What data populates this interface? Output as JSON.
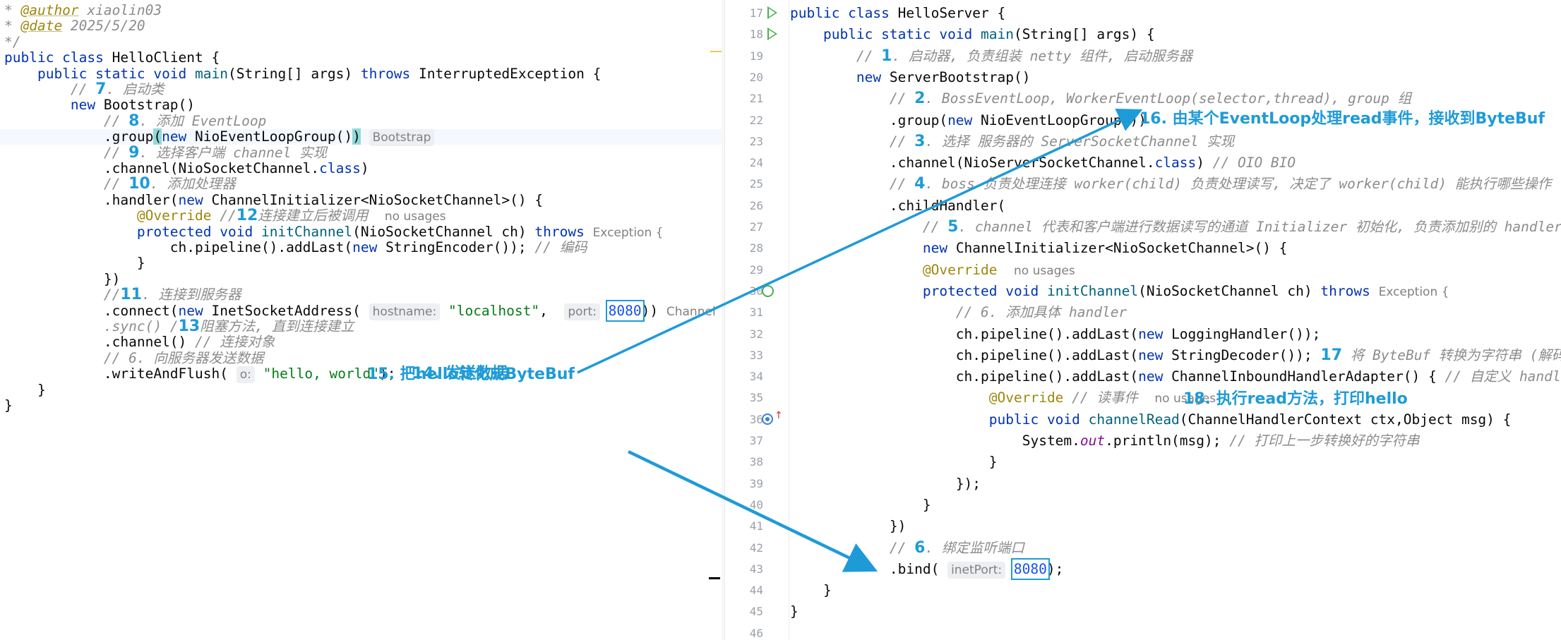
{
  "left_editor": {
    "lines": [
      [
        {
          "t": "* ",
          "c": "cm"
        },
        {
          "t": "@author",
          "c": "doctag"
        },
        {
          "t": " xiaolin03",
          "c": "cm"
        }
      ],
      [
        {
          "t": "* ",
          "c": "cm"
        },
        {
          "t": "@date",
          "c": "doctag"
        },
        {
          "t": " 2025/5/20",
          "c": "cm"
        }
      ],
      [
        {
          "t": "*/",
          "c": "cm"
        }
      ],
      [
        {
          "t": "public class ",
          "c": "kw"
        },
        {
          "t": "HelloClient {",
          "c": "cls"
        }
      ],
      [
        {
          "t": "    "
        },
        {
          "t": "public static void ",
          "c": "kw"
        },
        {
          "t": "main",
          "c": "mth"
        },
        {
          "t": "(String[] args) "
        },
        {
          "t": "throws ",
          "c": "kw"
        },
        {
          "t": "InterruptedException {"
        }
      ],
      [
        {
          "t": "        // ",
          "c": "cm"
        },
        {
          "t": "7",
          "c": "overlay-num"
        },
        {
          "t": ". 启动类",
          "c": "cm"
        }
      ],
      [
        {
          "t": "        "
        },
        {
          "t": "new ",
          "c": "kw"
        },
        {
          "t": "Bootstrap()"
        }
      ],
      [
        {
          "t": "            // ",
          "c": "cm"
        },
        {
          "t": "8",
          "c": "overlay-num"
        },
        {
          "t": ". 添加 EventLoop",
          "c": "cm"
        }
      ],
      [
        {
          "t": "            .group"
        },
        {
          "t": "(",
          "c": "paren-hl"
        },
        {
          "t": "new ",
          "c": "kw"
        },
        {
          "t": "NioEventLoopGroup()"
        },
        {
          "t": ")",
          "c": "paren-hl"
        },
        {
          "t": " "
        },
        {
          "t": "Bootstrap",
          "c": "hint"
        }
      ],
      [
        {
          "t": "            // ",
          "c": "cm"
        },
        {
          "t": "9",
          "c": "overlay-num"
        },
        {
          "t": ". 选择客户端 channel 实现",
          "c": "cm"
        }
      ],
      [
        {
          "t": "            .channel(NioSocketChannel."
        },
        {
          "t": "class",
          "c": "kw"
        },
        {
          "t": ")"
        }
      ],
      [
        {
          "t": "            // ",
          "c": "cm"
        },
        {
          "t": "10",
          "c": "overlay-num"
        },
        {
          "t": ". 添加处理器",
          "c": "cm"
        }
      ],
      [
        {
          "t": "            .handler("
        },
        {
          "t": "new ",
          "c": "kw"
        },
        {
          "t": "ChannelInitializer<NioSocketChannel>() {"
        }
      ],
      [
        {
          "t": "                "
        },
        {
          "t": "@Override",
          "c": "ann"
        },
        {
          "t": " //",
          "c": "cm"
        },
        {
          "t": "12",
          "c": "overlay-num"
        },
        {
          "t": "连接建立后被调用",
          "c": "cm"
        },
        {
          "t": "  "
        },
        {
          "t": "no usages",
          "c": "usage"
        }
      ],
      [
        {
          "t": "                "
        },
        {
          "t": "protected void ",
          "c": "kw"
        },
        {
          "t": "initChannel",
          "c": "mth"
        },
        {
          "t": "(NioSocketChannel ch) "
        },
        {
          "t": "throws ",
          "c": "kw"
        },
        {
          "t": "Exception {",
          "c": "usage"
        }
      ],
      [
        {
          "t": "                    ch.pipeline().addLast("
        },
        {
          "t": "new ",
          "c": "kw"
        },
        {
          "t": "StringEncoder()); "
        },
        {
          "t": "// 编码",
          "c": "cm"
        }
      ],
      [
        {
          "t": "                }"
        }
      ],
      [
        {
          "t": "            })"
        }
      ],
      [
        {
          "t": "            //",
          "c": "cm"
        },
        {
          "t": "11",
          "c": "overlay-num"
        },
        {
          "t": ". 连接到服务器",
          "c": "cm"
        }
      ],
      [
        {
          "t": "            .connect("
        },
        {
          "t": "new ",
          "c": "kw"
        },
        {
          "t": "InetSocketAddress( "
        },
        {
          "t": "hostname:",
          "c": "hint"
        },
        {
          "t": " "
        },
        {
          "t": "\"localhost\"",
          "c": "str"
        },
        {
          "t": ",  "
        },
        {
          "t": "port:",
          "c": "hint"
        },
        {
          "t": " "
        },
        {
          "t": "8080",
          "c": "num box-hl"
        },
        {
          "t": ")) "
        },
        {
          "t": "Channel",
          "c": "usage"
        }
      ],
      [
        {
          "t": "            .sync() /",
          "c": "cm"
        },
        {
          "t": "13",
          "c": "overlay-num"
        },
        {
          "t": "阻塞方法, 直到连接建立",
          "c": "cm"
        }
      ],
      [
        {
          "t": "            .channel() "
        },
        {
          "t": "// 连接对象",
          "c": "cm"
        }
      ],
      [
        {
          "t": "            "
        },
        {
          "t": "// 6. 向服务器发送数据",
          "c": "cm"
        }
      ],
      [
        {
          "t": "            .writeAndFlush( "
        },
        {
          "t": "o:",
          "c": "hint"
        },
        {
          "t": " "
        },
        {
          "t": "\"hello, world\"",
          "c": "str"
        },
        {
          "t": ");  "
        },
        {
          "t": "14. 发送数据",
          "c": "overlay-num"
        }
      ],
      [
        {
          "t": "    }"
        }
      ],
      [
        {
          "t": "}"
        }
      ]
    ]
  },
  "right_editor": {
    "line_numbers": [
      "17",
      "18",
      "19",
      "20",
      "21",
      "22",
      "23",
      "24",
      "25",
      "26",
      "27",
      "28",
      "29",
      "30",
      "31",
      "32",
      "33",
      "34",
      "35",
      "36",
      "37",
      "38",
      "39",
      "40",
      "41",
      "42",
      "43",
      "44",
      "45",
      "46"
    ],
    "lines": [
      [
        {
          "t": "public class ",
          "c": "kw"
        },
        {
          "t": "HelloServer {"
        }
      ],
      [
        {
          "t": "    "
        },
        {
          "t": "public static void ",
          "c": "kw"
        },
        {
          "t": "main",
          "c": "mth"
        },
        {
          "t": "(String[] args) {"
        }
      ],
      [
        {
          "t": "        // ",
          "c": "cm"
        },
        {
          "t": "1",
          "c": "overlay-num"
        },
        {
          "t": ". 启动器, 负责组装 netty 组件, 启动服务器",
          "c": "cm"
        }
      ],
      [
        {
          "t": "        "
        },
        {
          "t": "new ",
          "c": "kw"
        },
        {
          "t": "ServerBootstrap()"
        }
      ],
      [
        {
          "t": "            // ",
          "c": "cm"
        },
        {
          "t": "2",
          "c": "overlay-num"
        },
        {
          "t": ". BossEventLoop, WorkerEventLoop(selector,thread), group 组",
          "c": "cm"
        }
      ],
      [
        {
          "t": "            .group("
        },
        {
          "t": "new ",
          "c": "kw"
        },
        {
          "t": "NioEventLoopGroup())"
        }
      ],
      [
        {
          "t": "            // ",
          "c": "cm"
        },
        {
          "t": "3",
          "c": "overlay-num"
        },
        {
          "t": ". 选择 服务器的 ServerSocketChannel 实现",
          "c": "cm"
        }
      ],
      [
        {
          "t": "            .channel(NioServerSocketChannel."
        },
        {
          "t": "class",
          "c": "kw"
        },
        {
          "t": ") "
        },
        {
          "t": "// OIO BIO",
          "c": "cm"
        }
      ],
      [
        {
          "t": "            // ",
          "c": "cm"
        },
        {
          "t": "4",
          "c": "overlay-num"
        },
        {
          "t": ". boss 负责处理连接 worker(child) 负责处理读写, 决定了 worker(child) 能执行哪些操作 (handler)",
          "c": "cm"
        }
      ],
      [
        {
          "t": "            .childHandler("
        }
      ],
      [
        {
          "t": "                // ",
          "c": "cm"
        },
        {
          "t": "5",
          "c": "overlay-num"
        },
        {
          "t": ". channel 代表和客户端进行数据读写的通道 Initializer 初始化, 负责添加别的 handler",
          "c": "cm"
        }
      ],
      [
        {
          "t": "                "
        },
        {
          "t": "new ",
          "c": "kw"
        },
        {
          "t": "ChannelInitializer<NioSocketChannel>() {"
        }
      ],
      [
        {
          "t": "                "
        },
        {
          "t": "@Override",
          "c": "ann"
        },
        {
          "t": "  "
        },
        {
          "t": "no usages",
          "c": "usage"
        }
      ],
      [
        {
          "t": "                "
        },
        {
          "t": "protected void ",
          "c": "kw"
        },
        {
          "t": "initChannel",
          "c": "mth"
        },
        {
          "t": "(NioSocketChannel ch) "
        },
        {
          "t": "throws ",
          "c": "kw"
        },
        {
          "t": "Exception {",
          "c": "usage"
        }
      ],
      [
        {
          "t": "                    "
        },
        {
          "t": "// 6. 添加具体 handler",
          "c": "cm"
        }
      ],
      [
        {
          "t": "                    ch.pipeline().addLast("
        },
        {
          "t": "new ",
          "c": "kw"
        },
        {
          "t": "LoggingHandler());"
        }
      ],
      [
        {
          "t": "                    ch.pipeline().addLast("
        },
        {
          "t": "new ",
          "c": "kw"
        },
        {
          "t": "StringDecoder()); "
        },
        {
          "t": "17",
          "c": "overlay-num"
        },
        {
          "t": " 将 ByteBuf 转换为字符串 (解码)",
          "c": "cm"
        }
      ],
      [
        {
          "t": "                    ch.pipeline().addLast("
        },
        {
          "t": "new ",
          "c": "kw"
        },
        {
          "t": "ChannelInboundHandlerAdapter() { "
        },
        {
          "t": "// 自定义 handler",
          "c": "cm"
        }
      ],
      [
        {
          "t": "                        "
        },
        {
          "t": "@Override",
          "c": "ann"
        },
        {
          "t": " // 读事件",
          "c": "cm"
        },
        {
          "t": "  "
        },
        {
          "t": "no usages",
          "c": "usage"
        }
      ],
      [
        {
          "t": "                        "
        },
        {
          "t": "public void ",
          "c": "kw"
        },
        {
          "t": "channelRead",
          "c": "mth"
        },
        {
          "t": "(ChannelHandlerContext ctx,Object msg) {"
        }
      ],
      [
        {
          "t": "                            System."
        },
        {
          "t": "out",
          "c": "fld"
        },
        {
          "t": ".println(msg); "
        },
        {
          "t": "// 打印上一步转换好的字符串",
          "c": "cm"
        }
      ],
      [
        {
          "t": "                        }"
        }
      ],
      [
        {
          "t": "                    });"
        }
      ],
      [
        {
          "t": "                }"
        }
      ],
      [
        {
          "t": "            })"
        }
      ],
      [
        {
          "t": "            // ",
          "c": "cm"
        },
        {
          "t": "6",
          "c": "overlay-num"
        },
        {
          "t": ". 绑定监听端口",
          "c": "cm"
        }
      ],
      [
        {
          "t": "            .bind( "
        },
        {
          "t": "inetPort:",
          "c": "hint"
        },
        {
          "t": " "
        },
        {
          "t": "8080",
          "c": "num box-hl"
        },
        {
          "t": ");"
        }
      ],
      [
        {
          "t": "    }"
        }
      ],
      [
        {
          "t": "}"
        }
      ],
      [
        {
          "t": ""
        }
      ]
    ]
  },
  "annotations": {
    "a15": "15. 把hello转化成ByteBuf",
    "a16": "16. 由某个EventLoop处理read事件，接收到ByteBuf",
    "a18": "18. 执行read方法，打印hello"
  },
  "colors": {
    "accent": "#1e9bd7",
    "keyword": "#0033b3",
    "comment": "#8c8c8c",
    "string": "#067d17",
    "number": "#1750eb"
  }
}
